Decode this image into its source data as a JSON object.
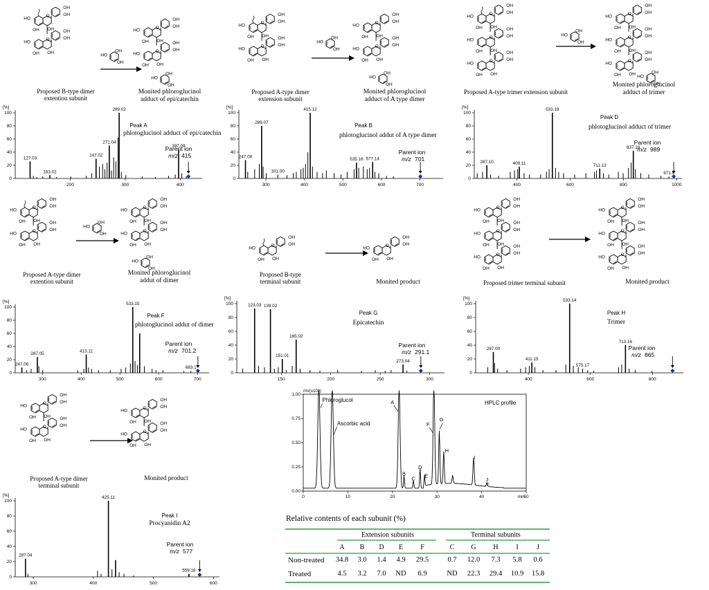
{
  "panels": [
    {
      "id": "A",
      "prop_l1": "Proposed B-type dimer",
      "prop_l2": "extention subunit",
      "prod_l1": "Monited phloroglucinol",
      "prod_l2": "adduct of epi/catechin",
      "peak": "Peak A",
      "desc": "phlotoglucinol adduct of epi/catechin",
      "parent_l1": "Parent ion",
      "parent_mz": "m/z",
      "parent_val": "415",
      "reagent": true
    },
    {
      "id": "B",
      "prop_l1": "Proposed A-type dimer",
      "prop_l2": "extension subunit",
      "prod_l1": "Monited phloroglucinol",
      "prod_l2": "adduct of A type dimer",
      "peak": "Peak B",
      "desc": "phlotoglucinol addut of A type dimer",
      "parent_l1": "Parent ion",
      "parent_mz": "m/z",
      "parent_val": "701",
      "reagent": true
    },
    {
      "id": "D",
      "prop_l1": "Proposed A-type trimer extension subunit",
      "prop_l2": "",
      "prod_l1": "Monited phloroglucinol",
      "prod_l2": "adduct of trimer",
      "peak": "Peak D",
      "desc": "phlotoglucinol adduct of trimer",
      "parent_l1": "Parent ion",
      "parent_mz": "m/z",
      "parent_val": "989",
      "reagent": true
    },
    {
      "id": "F",
      "prop_l1": "Proposed A-type dimer",
      "prop_l2": "extention subunit",
      "prod_l1": "Monited phloroglucinol",
      "prod_l2": "addut of dimer",
      "peak": "Peak F",
      "desc": "phlotoglucinol addut of dimer",
      "parent_l1": "Parent ion",
      "parent_mz": "m/z",
      "parent_val": "701.2",
      "reagent": true
    },
    {
      "id": "G",
      "prop_l1": "Proposed B-type",
      "prop_l2": "terminal subunit",
      "prod_l1": "Monited product",
      "prod_l2": "",
      "peak": "Peak G",
      "desc": "Epicatechin",
      "parent_l1": "Parent ion",
      "parent_mz": "m/z",
      "parent_val": "291.1",
      "reagent": false
    },
    {
      "id": "H",
      "prop_l1": "Proposed trimer terminal subunit",
      "prop_l2": "",
      "prod_l1": "Monited product",
      "prod_l2": "",
      "peak": "Peak H",
      "desc": "Trimer",
      "parent_l1": "Parent ion",
      "parent_mz": "m/z",
      "parent_val": "865",
      "reagent": false
    },
    {
      "id": "I",
      "prop_l1": "Proposed A-type dimer",
      "prop_l2": "terminal subunit",
      "prod_l1": "Monited product",
      "prod_l2": "",
      "peak": "Peak I",
      "desc": "Procyanidin A2",
      "parent_l1": "Parent ion",
      "parent_mz": "m/z",
      "parent_val": "577",
      "reagent": false
    }
  ],
  "chem": {
    "oh": "OH",
    "ho": "HO",
    "o": "O"
  },
  "chart_data": [
    {
      "type": "bar",
      "panel": "A",
      "xlim": [
        100,
        440
      ],
      "ylim": [
        0,
        100
      ],
      "ylabel": "[%]",
      "xticks": [
        200,
        300,
        400
      ],
      "yticks": [
        0,
        20,
        40,
        60,
        80,
        100
      ],
      "peaks": [
        [
          127.03,
          26
        ],
        [
          163.02,
          5
        ],
        [
          247.02,
          30
        ],
        [
          271.04,
          50
        ],
        [
          289.02,
          100
        ],
        [
          397.09,
          44
        ]
      ],
      "minor": [
        [
          133,
          4
        ],
        [
          139,
          2
        ],
        [
          150,
          3
        ],
        [
          175,
          2
        ],
        [
          201,
          3
        ],
        [
          229,
          4
        ],
        [
          239,
          8
        ],
        [
          253,
          18
        ],
        [
          259,
          22
        ],
        [
          263,
          14
        ],
        [
          267,
          24
        ],
        [
          275,
          12
        ],
        [
          279,
          32
        ],
        [
          283,
          26
        ],
        [
          287,
          62
        ],
        [
          293,
          10
        ],
        [
          301,
          5
        ],
        [
          331,
          3
        ],
        [
          355,
          2
        ],
        [
          379,
          4
        ],
        [
          391,
          6
        ],
        [
          403,
          8
        ],
        [
          411,
          3
        ]
      ],
      "labels": [
        [
          127.03,
          "127.03"
        ],
        [
          163.02,
          "163.02"
        ],
        [
          247.02,
          "247.02"
        ],
        [
          271.04,
          "271.04"
        ],
        [
          289.02,
          "289.02"
        ],
        [
          397.09,
          "397.09"
        ]
      ],
      "marker": 415
    },
    {
      "type": "bar",
      "panel": "B",
      "xlim": [
        230,
        760
      ],
      "ylim": [
        0,
        100
      ],
      "ylabel": "[%]",
      "xticks": [
        300,
        400,
        500,
        600,
        700
      ],
      "yticks": [
        0,
        20,
        40,
        60,
        80,
        100
      ],
      "peaks": [
        [
          247.08,
          28
        ],
        [
          289.07,
          80
        ],
        [
          415.12,
          100
        ],
        [
          535.16,
          24
        ],
        [
          577.14,
          25
        ]
      ],
      "minor": [
        [
          253,
          10
        ],
        [
          271,
          14
        ],
        [
          283,
          22
        ],
        [
          293,
          18
        ],
        [
          301,
          8
        ],
        [
          331,
          6
        ],
        [
          355,
          5
        ],
        [
          371,
          8
        ],
        [
          379,
          10
        ],
        [
          391,
          14
        ],
        [
          397,
          16
        ],
        [
          403,
          22
        ],
        [
          409,
          40
        ],
        [
          421,
          18
        ],
        [
          433,
          10
        ],
        [
          447,
          8
        ],
        [
          457,
          12
        ],
        [
          477,
          8
        ],
        [
          495,
          6
        ],
        [
          511,
          10
        ],
        [
          529,
          14
        ],
        [
          541,
          16
        ],
        [
          553,
          18
        ],
        [
          563,
          14
        ],
        [
          569,
          16
        ],
        [
          583,
          10
        ],
        [
          593,
          8
        ],
        [
          613,
          4
        ],
        [
          631,
          3
        ]
      ],
      "labels": [
        [
          247.08,
          "247.08"
        ],
        [
          289.07,
          "289.07"
        ],
        [
          331,
          "331.00"
        ],
        [
          415.12,
          "415.12"
        ],
        [
          535.16,
          "535.16"
        ],
        [
          577.14,
          "577.14"
        ]
      ],
      "marker": 701
    },
    {
      "type": "bar",
      "panel": "D",
      "xlim": [
        240,
        1020
      ],
      "ylim": [
        0,
        100
      ],
      "ylabel": "[%]",
      "xticks": [
        400,
        600,
        800,
        1000
      ],
      "yticks": [
        0,
        20,
        40,
        60,
        80,
        100
      ],
      "peaks": [
        [
          287.1,
          20
        ],
        [
          409.11,
          18
        ],
        [
          533.19,
          100
        ],
        [
          711.13,
          15
        ],
        [
          837.18,
          42
        ]
      ],
      "minor": [
        [
          251,
          8
        ],
        [
          271,
          10
        ],
        [
          301,
          6
        ],
        [
          331,
          4
        ],
        [
          375,
          10
        ],
        [
          391,
          12
        ],
        [
          403,
          14
        ],
        [
          427,
          8
        ],
        [
          447,
          6
        ],
        [
          489,
          6
        ],
        [
          511,
          10
        ],
        [
          521,
          14
        ],
        [
          545,
          16
        ],
        [
          557,
          10
        ],
        [
          575,
          8
        ],
        [
          617,
          6
        ],
        [
          659,
          8
        ],
        [
          691,
          10
        ],
        [
          699,
          12
        ],
        [
          725,
          8
        ],
        [
          745,
          6
        ],
        [
          781,
          10
        ],
        [
          799,
          8
        ],
        [
          819,
          16
        ],
        [
          829,
          24
        ],
        [
          845,
          14
        ],
        [
          865,
          8
        ],
        [
          895,
          6
        ],
        [
          941,
          4
        ],
        [
          971,
          3
        ]
      ],
      "labels": [
        [
          287.1,
          "287.10"
        ],
        [
          409.11,
          "409.11"
        ],
        [
          533.19,
          "533.19"
        ],
        [
          711.13,
          "711.13"
        ],
        [
          837.18,
          "837.18"
        ],
        [
          971,
          "971.0"
        ]
      ],
      "marker": 989
    },
    {
      "type": "bar",
      "panel": "F",
      "xlim": [
        230,
        730
      ],
      "ylim": [
        0,
        100
      ],
      "ylabel": "[%]",
      "xticks": [
        300,
        400,
        500,
        600,
        700
      ],
      "yticks": [
        0,
        20,
        40,
        60,
        80,
        100
      ],
      "peaks": [
        [
          247.06,
          8
        ],
        [
          287.05,
          24
        ],
        [
          413.11,
          28
        ],
        [
          533.15,
          100
        ],
        [
          551,
          60
        ]
      ],
      "minor": [
        [
          259,
          4
        ],
        [
          271,
          6
        ],
        [
          291,
          10
        ],
        [
          301,
          4
        ],
        [
          391,
          4
        ],
        [
          407,
          6
        ],
        [
          419,
          8
        ],
        [
          427,
          6
        ],
        [
          445,
          4
        ],
        [
          475,
          4
        ],
        [
          503,
          6
        ],
        [
          515,
          8
        ],
        [
          527,
          14
        ],
        [
          539,
          18
        ],
        [
          545,
          12
        ],
        [
          563,
          10
        ],
        [
          583,
          6
        ],
        [
          593,
          4
        ],
        [
          611,
          4
        ],
        [
          665,
          3
        ],
        [
          683,
          3
        ]
      ],
      "labels": [
        [
          247.06,
          "247.06"
        ],
        [
          287.05,
          "287.05"
        ],
        [
          413.11,
          "413.11"
        ],
        [
          533.15,
          "533.15"
        ],
        [
          683.1,
          "683.1"
        ]
      ],
      "marker": 701.2
    },
    {
      "type": "bar",
      "panel": "G",
      "xlim": [
        105,
        315
      ],
      "ylim": [
        0,
        100
      ],
      "ylabel": "[%]",
      "xticks": [
        150,
        200,
        250,
        300
      ],
      "yticks": [
        0,
        20,
        40,
        60,
        80,
        100
      ],
      "peaks": [
        [
          123.03,
          93
        ],
        [
          139.02,
          92
        ],
        [
          151.01,
          20
        ],
        [
          165.02,
          48
        ],
        [
          273.04,
          12
        ]
      ],
      "minor": [
        [
          111,
          6
        ],
        [
          127,
          10
        ],
        [
          133,
          8
        ],
        [
          143,
          6
        ],
        [
          147,
          8
        ],
        [
          155,
          4
        ],
        [
          161,
          10
        ],
        [
          169,
          6
        ],
        [
          179,
          4
        ],
        [
          189,
          3
        ],
        [
          207,
          4
        ],
        [
          231,
          3
        ],
        [
          245,
          4
        ],
        [
          255,
          3
        ],
        [
          261,
          4
        ],
        [
          277,
          3
        ],
        [
          291,
          5
        ]
      ],
      "labels": [
        [
          123.03,
          "123.03"
        ],
        [
          139.02,
          "139.02"
        ],
        [
          151.01,
          "151.01"
        ],
        [
          165.02,
          "165.02"
        ],
        [
          273.04,
          "273.04"
        ]
      ],
      "marker": 291.1
    },
    {
      "type": "bar",
      "panel": "H",
      "xlim": [
        230,
        900
      ],
      "ylim": [
        0,
        100
      ],
      "ylabel": "[%]",
      "xticks": [
        400,
        600,
        800
      ],
      "yticks": [
        0,
        20,
        40,
        60,
        80,
        100
      ],
      "peaks": [
        [
          287.0,
          30
        ],
        [
          411.15,
          15
        ],
        [
          533.14,
          100
        ],
        [
          713.16,
          40
        ]
      ],
      "minor": [
        [
          269,
          8
        ],
        [
          291,
          14
        ],
        [
          301,
          6
        ],
        [
          331,
          4
        ],
        [
          375,
          6
        ],
        [
          391,
          8
        ],
        [
          403,
          10
        ],
        [
          421,
          8
        ],
        [
          447,
          4
        ],
        [
          489,
          4
        ],
        [
          521,
          12
        ],
        [
          545,
          10
        ],
        [
          561,
          8
        ],
        [
          575,
          6
        ],
        [
          591,
          4
        ],
        [
          611,
          3
        ],
        [
          691,
          8
        ],
        [
          701,
          12
        ],
        [
          725,
          6
        ],
        [
          745,
          4
        ],
        [
          799,
          3
        ]
      ],
      "labels": [
        [
          287.0,
          "287.00"
        ],
        [
          411.15,
          "411.15"
        ],
        [
          533.14,
          "533.14"
        ],
        [
          575.17,
          "575.17"
        ],
        [
          713.16,
          "713.16"
        ]
      ],
      "marker": 865
    },
    {
      "type": "bar",
      "panel": "I",
      "xlim": [
        270,
        610
      ],
      "ylim": [
        0,
        100
      ],
      "ylabel": "[%]",
      "xticks": [
        300,
        400,
        500,
        600
      ],
      "yticks": [
        0,
        20,
        40,
        60,
        80,
        100
      ],
      "peaks": [
        [
          287.04,
          24
        ],
        [
          425.11,
          100
        ],
        [
          437,
          22
        ],
        [
          559.18,
          4
        ]
      ],
      "minor": [
        [
          291,
          4
        ],
        [
          407,
          8
        ],
        [
          413,
          4
        ],
        [
          431,
          10
        ],
        [
          443,
          6
        ],
        [
          451,
          4
        ],
        [
          467,
          2
        ],
        [
          559,
          3
        ]
      ],
      "labels": [
        [
          287.04,
          "287.04"
        ],
        [
          425.11,
          "425.11"
        ],
        [
          559.18,
          "559.18"
        ]
      ],
      "marker": 577
    },
    {
      "type": "line",
      "panel": "HPLC",
      "title": "HPLC profile",
      "ylabel": "mV(x100)",
      "xlabel": "min",
      "xlim": [
        0,
        50
      ],
      "ylim": [
        0,
        1.0
      ],
      "xticks": [
        0,
        10,
        20,
        30,
        40,
        50
      ],
      "yticks": [
        0.0,
        0.25,
        0.5,
        0.75,
        1.0
      ],
      "peaks": [
        [
          3.5,
          1.05,
          0.35
        ],
        [
          6.5,
          1.05,
          0.35
        ],
        [
          21.5,
          1.05,
          0.3
        ],
        [
          22.6,
          0.13,
          0.15
        ],
        [
          24.7,
          0.08,
          0.15
        ],
        [
          26.2,
          0.2,
          0.15
        ],
        [
          27.2,
          0.11,
          0.12
        ],
        [
          29.3,
          1.05,
          0.25
        ],
        [
          30.5,
          0.55,
          0.18
        ],
        [
          31.5,
          0.33,
          0.18
        ],
        [
          33.5,
          0.08,
          0.2
        ],
        [
          38.2,
          0.28,
          0.2
        ],
        [
          41.2,
          0.04,
          0.2
        ]
      ],
      "annotations": [
        [
          3.5,
          "Phloroglucol"
        ],
        [
          6.5,
          "Ascorbic acid"
        ],
        [
          21.5,
          "A"
        ],
        [
          22.6,
          "B"
        ],
        [
          24.7,
          "C"
        ],
        [
          26.2,
          "D"
        ],
        [
          27.2,
          "E"
        ],
        [
          29.3,
          "F"
        ],
        [
          30.5,
          "G"
        ],
        [
          31.5,
          "H"
        ],
        [
          38.2,
          "I"
        ],
        [
          41.2,
          "J"
        ]
      ]
    }
  ],
  "table": {
    "title": "Relative contents of each subunit (%)",
    "ext": "Extension subunits",
    "term": "Terminal subunits",
    "cols": [
      "A",
      "B",
      "D",
      "E",
      "F",
      "C",
      "G",
      "H",
      "I",
      "J"
    ],
    "rows": [
      {
        "name": "Non-treated",
        "vals": [
          "34.8",
          "3.0",
          "1.4",
          "4.9",
          "29.5",
          "0.7",
          "12.0",
          "7.3",
          "5.8",
          "0.6"
        ]
      },
      {
        "name": "Treated",
        "vals": [
          "4.5",
          "3.2",
          "7.0",
          "ND",
          "6.9",
          "ND",
          "22.3",
          "29.4",
          "10.9",
          "15.8"
        ]
      }
    ]
  }
}
